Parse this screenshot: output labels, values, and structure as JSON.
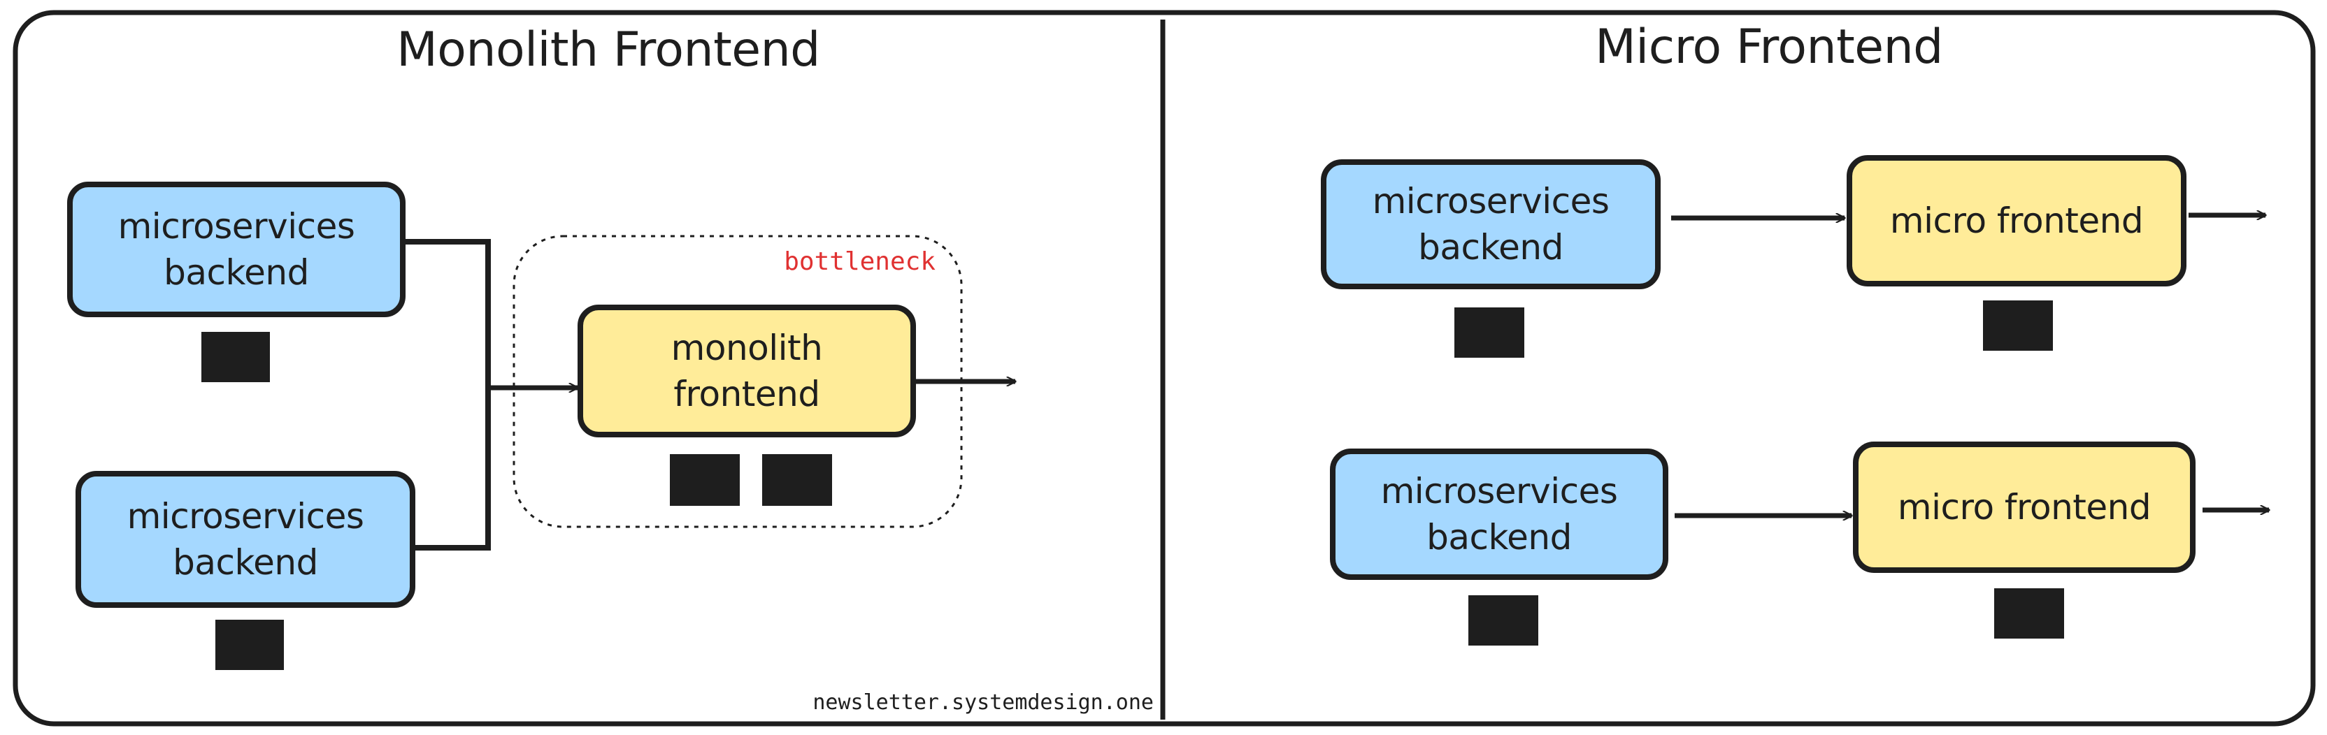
{
  "colors": {
    "stroke": "#1e1e1e",
    "backend_fill": "#a5d8ff",
    "frontend_fill": "#ffec99",
    "bottleneck_text": "#e03131",
    "chip_fill": "#1e1e1e",
    "background": "#ffffff"
  },
  "monolith": {
    "title": "Monolith Frontend",
    "backend_top_label": "microservices\nbackend",
    "backend_bottom_label": "microservices\nbackend",
    "frontend_label": "monolith\nfrontend",
    "bottleneck_label": "bottleneck"
  },
  "micro": {
    "title": "Micro Frontend",
    "backend_top_label": "microservices\nbackend",
    "backend_bottom_label": "microservices\nbackend",
    "frontend_top_label": "micro frontend",
    "frontend_bottom_label": "micro frontend"
  },
  "watermark": "newsletter.systemdesign.one"
}
